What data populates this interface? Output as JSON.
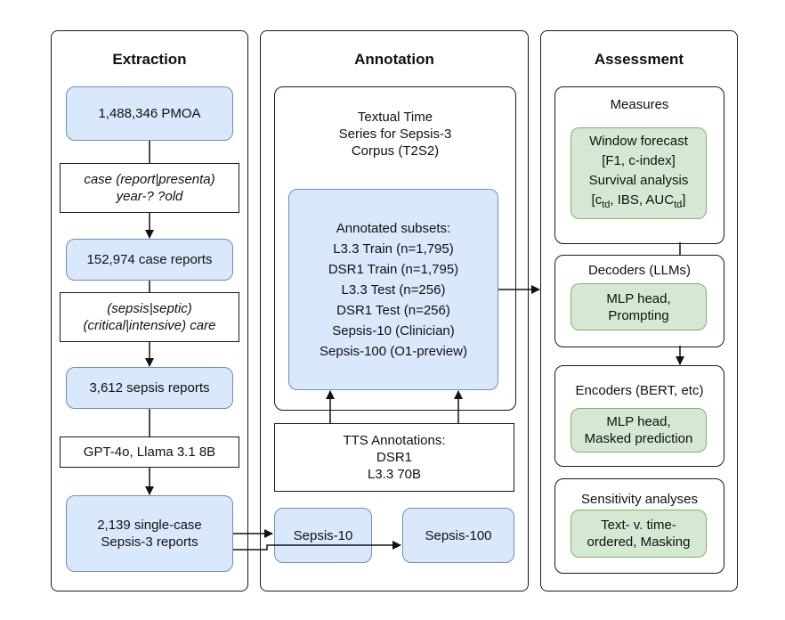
{
  "extraction": {
    "title": "Extraction",
    "pmoa": "1,488,346 PMOA",
    "query1": [
      "case (report|presenta)",
      "year-? ?old"
    ],
    "case_reports": "152,974 case reports",
    "query2": [
      "(sepsis|septic)",
      "(critical|intensive) care"
    ],
    "sepsis_reports": "3,612 sepsis reports",
    "models": "GPT-4o, Llama 3.1 8B",
    "single_case": [
      "2,139 single-case",
      "Sepsis-3 reports"
    ]
  },
  "annotation": {
    "title": "Annotation",
    "corpus": [
      "Textual Time",
      "Series for Sepsis-3",
      "Corpus (T2S2)"
    ],
    "subsets": [
      "Annotated subsets:",
      "L3.3 Train (n=1,795)",
      "DSR1 Train (n=1,795)",
      "L3.3 Test (n=256)",
      "DSR1 Test (n=256)",
      "Sepsis-10 (Clinician)",
      "Sepsis-100 (O1-preview)"
    ],
    "tts": [
      "TTS Annotations:",
      "DSR1",
      "L3.3 70B"
    ],
    "sepsis10": "Sepsis-10",
    "sepsis100": "Sepsis-100"
  },
  "assessment": {
    "title": "Assessment",
    "measures_title": "Measures",
    "measures": {
      "line1": "Window forecast",
      "line2": "[F1, c-index]",
      "line3": "Survival analysis",
      "line4_open": "[c",
      "sub_td1": "td",
      "line4_mid": ", IBS, AUC",
      "sub_td2": "td",
      "line4_close": "]"
    },
    "decoders_title": "Decoders (LLMs)",
    "decoders_box": [
      "MLP head,",
      "Prompting"
    ],
    "encoders_title": "Encoders (BERT, etc)",
    "encoders_box": [
      "MLP head,",
      "Masked prediction"
    ],
    "sensitivity_title": "Sensitivity analyses",
    "sensitivity_box": [
      "Text- v. time-",
      "ordered, Masking"
    ]
  }
}
